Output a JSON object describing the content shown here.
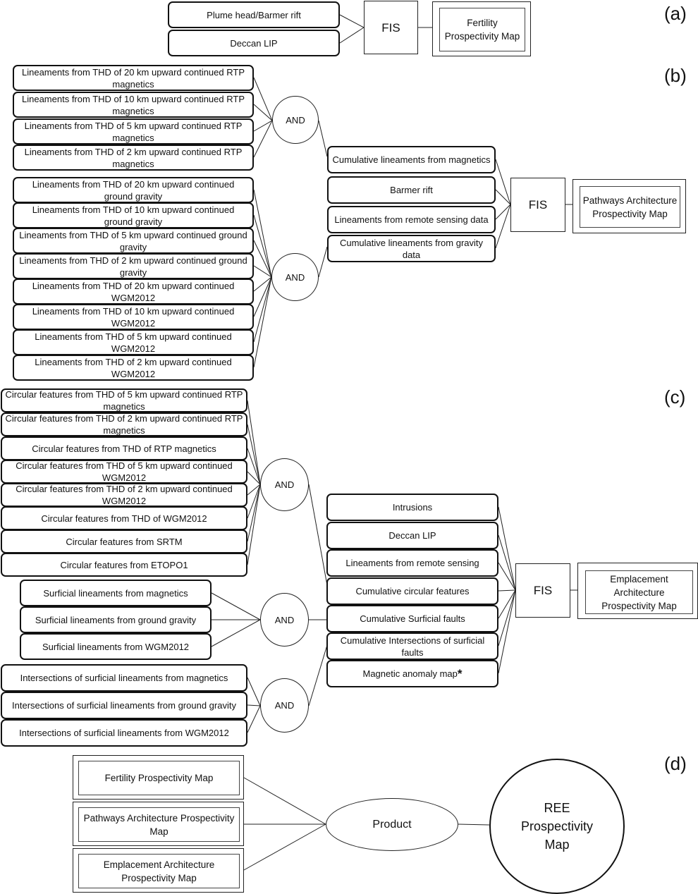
{
  "panels": {
    "a": {
      "label": "(a)",
      "inputs": [
        "Plume head/Barmer rift",
        "Deccan LIP"
      ],
      "operator": "FIS",
      "output": "Fertility Prospectivity Map"
    },
    "b": {
      "label": "(b)",
      "magnetics_inputs": [
        "Lineaments from THD of 20  km upward continued RTP magnetics",
        "Lineaments from THD of 10  km upward continued RTP magnetics",
        "Lineaments from THD of 5  km upward continued RTP magnetics",
        "Lineaments from THD of 2  km upward continued RTP magnetics"
      ],
      "gravity_inputs": [
        "Lineaments from THD of 20  km upward continued ground gravity",
        "Lineaments from THD of 10  km upward continued ground gravity",
        "Lineaments from THD of 5  km upward continued ground gravity",
        "Lineaments from THD of 2  km upward continued ground gravity",
        "Lineaments from THD of 20  km upward continued WGM2012",
        "Lineaments from THD of 10  km upward continued WGM2012",
        "Lineaments from THD of 5  km upward continued WGM2012",
        "Lineaments from THD of 2  km upward continued WGM2012"
      ],
      "and_label": "AND",
      "intermediate": [
        "Cumulative lineaments from magnetics",
        "Barmer rift",
        "Lineaments from remote sensing data",
        "Cumulative lineaments from gravity data"
      ],
      "operator": "FIS",
      "output": "Pathways Architecture Prospectivity Map"
    },
    "c": {
      "label": "(c)",
      "circular_inputs": [
        "Circular features from THD of 5  km upward continued RTP magnetics",
        "Circular features from THD of 2  km upward continued RTP magnetics",
        "Circular features from THD of RTP magnetics",
        "Circular features from THD of 5  km upward continued WGM2012",
        "Circular features from THD of 2  km upward continued WGM2012",
        "Circular features from THD of WGM2012",
        "Circular features from SRTM",
        "Circular features from ETOPO1"
      ],
      "surficial_inputs": [
        "Surficial lineaments from magnetics",
        "Surficial lineaments from ground gravity",
        "Surficial lineaments from WGM2012"
      ],
      "intersection_inputs": [
        "Intersections of surficial lineaments from magnetics",
        "Intersections of surficial lineaments from ground gravity",
        "Intersections of surficial lineaments from WGM2012"
      ],
      "and_label": "AND",
      "intermediate": [
        "Intrusions",
        "Deccan LIP",
        "Lineaments from remote sensing",
        "Cumulative circular features",
        "Cumulative Surficial faults",
        "Cumulative Intersections of surficial faults",
        "Magnetic anomaly map"
      ],
      "asterisk": "*",
      "operator": "FIS",
      "output": "Emplacement Architecture Prospectivity Map"
    },
    "d": {
      "label": "(d)",
      "inputs": [
        "Fertility Prospectivity Map",
        "Pathways Architecture Prospectivity Map",
        "Emplacement Architecture Prospectivity Map"
      ],
      "operator": "Product",
      "output": "REE Prospectivity Map"
    }
  }
}
